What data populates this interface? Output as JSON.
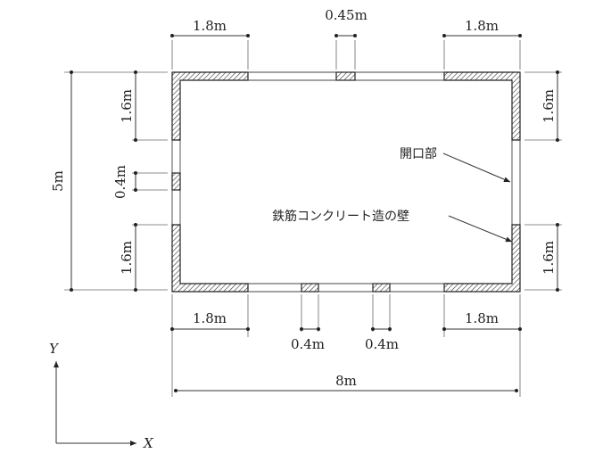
{
  "dimensions": {
    "top_left_width": "1.8m",
    "top_center_width": "0.45m",
    "top_right_width": "1.8m",
    "bottom_left_width": "1.8m",
    "bottom_center_left_width": "0.4m",
    "bottom_center_right_width": "0.4m",
    "bottom_right_width": "1.8m",
    "total_width": "8m",
    "total_height": "5m",
    "left_upper_height": "1.6m",
    "left_middle_height": "0.4m",
    "left_lower_height": "1.6m",
    "right_upper_height": "1.6m",
    "right_lower_height": "1.6m"
  },
  "annotations": {
    "opening": "開口部",
    "rc_wall": "鉄筋コンクリート造の壁"
  },
  "axes": {
    "y": "Y",
    "x": "X"
  }
}
